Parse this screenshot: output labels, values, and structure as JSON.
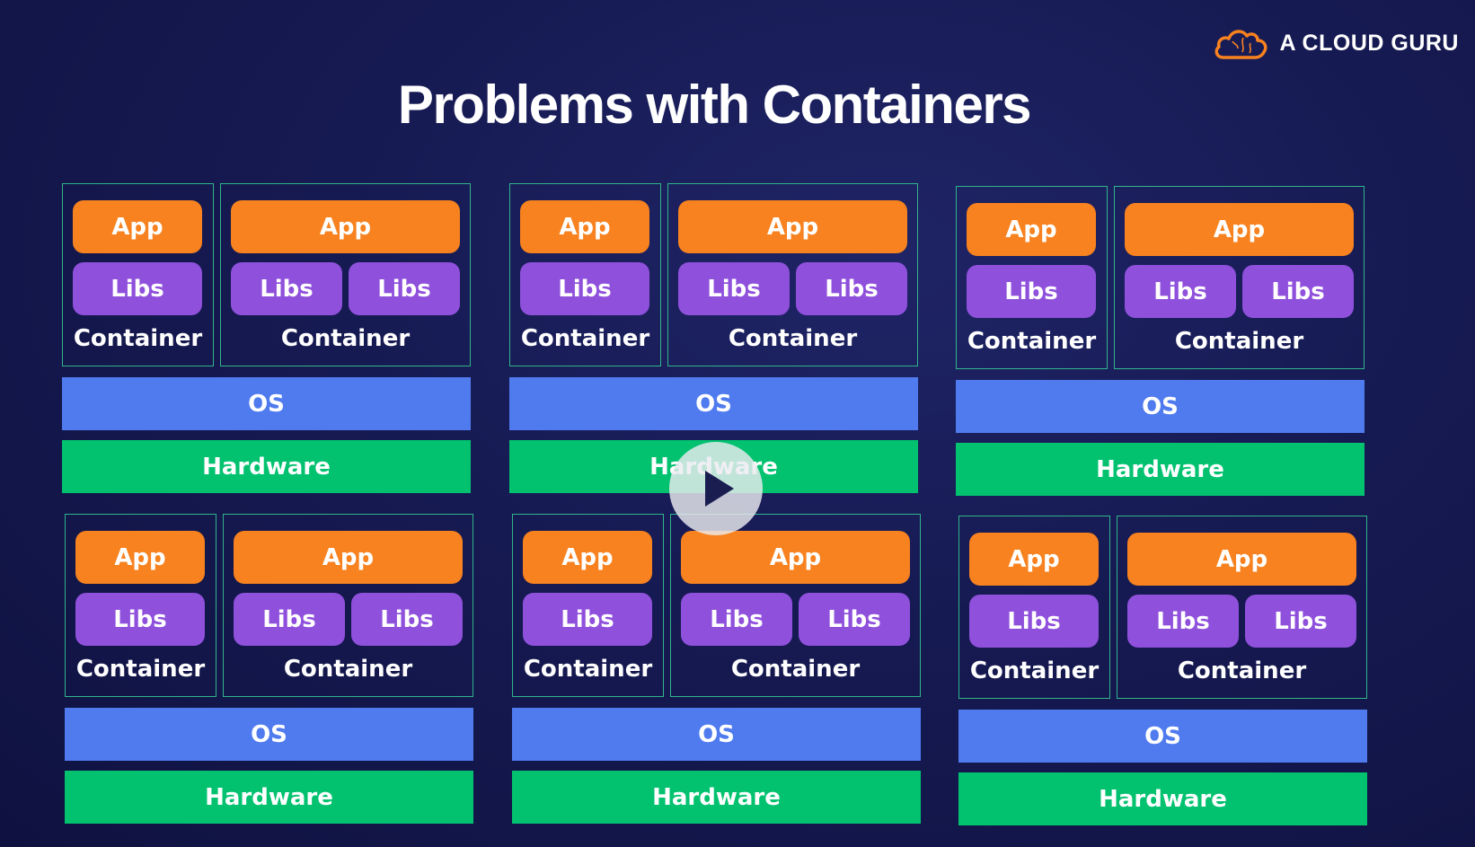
{
  "brand": {
    "name": "A CLOUD GURU",
    "icon": "cloud-logo-icon",
    "color": "#f7821f"
  },
  "title": "Problems with Containers",
  "labels": {
    "app": "App",
    "libs": "Libs",
    "container": "Container",
    "os": "OS",
    "hardware": "Hardware"
  },
  "colors": {
    "app": "#f7821f",
    "libs": "#8f50dc",
    "os": "#4f7bef",
    "hardware": "#02c270",
    "container_border": "#2fb58a"
  },
  "player": {
    "icon": "play-icon"
  }
}
